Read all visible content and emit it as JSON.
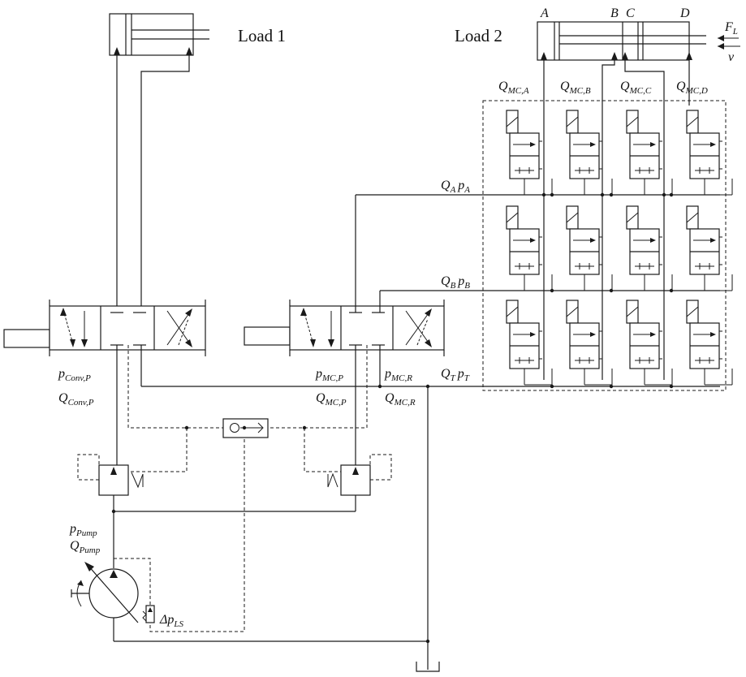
{
  "labels": {
    "load1": "Load 1",
    "load2": "Load 2",
    "chamber_a": "A",
    "chamber_b": "B",
    "chamber_c": "C",
    "chamber_d": "D",
    "force": "F",
    "force_sub": "L",
    "velocity": "v",
    "q_mc_a": "Q",
    "q_mc_a_sub": "MC,A",
    "q_mc_b": "Q",
    "q_mc_b_sub": "MC,B",
    "q_mc_c": "Q",
    "q_mc_c_sub": "MC,C",
    "q_mc_d": "Q",
    "q_mc_d_sub": "MC,D",
    "q_a": "Q",
    "q_a_sub": "A",
    "p_a": "p",
    "p_a_sub": "A",
    "q_b": "Q",
    "q_b_sub": "B",
    "p_b": "p",
    "p_b_sub": "B",
    "q_t": "Q",
    "q_t_sub": "T",
    "p_t": "p",
    "p_t_sub": "T",
    "p_conv_p": "p",
    "p_conv_p_sub": "Conv,P",
    "q_conv_p": "Q",
    "q_conv_p_sub": "Conv,P",
    "p_mc_p": "p",
    "p_mc_p_sub": "MC,P",
    "q_mc_p": "Q",
    "q_mc_p_sub": "MC,P",
    "p_mc_r": "p",
    "p_mc_r_sub": "MC,R",
    "q_mc_r": "Q",
    "q_mc_r_sub": "MC,R",
    "p_pump": "p",
    "p_pump_sub": "Pump",
    "q_pump": "Q",
    "q_pump_sub": "Pump",
    "dp_ls": "Δp",
    "dp_ls_sub": "LS"
  }
}
